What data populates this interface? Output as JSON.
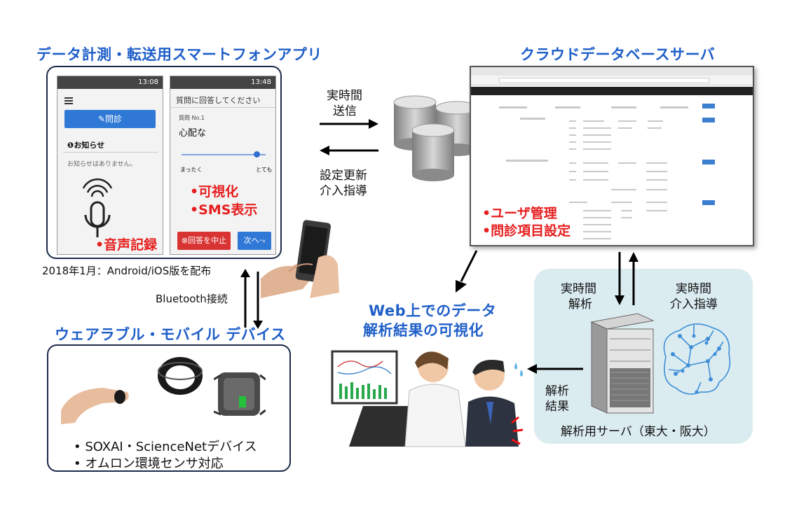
{
  "smartphone_app": {
    "title": "データ計測・転送用スマートフォンアプリ",
    "release_note": "2018年1月：Android/iOS版を配布",
    "phone1": {
      "time": "13:08",
      "button_label": "✎問診",
      "notice_heading": "❶お知らせ",
      "notice_body": "お知らせはありません。",
      "feature": "•音声記録"
    },
    "phone2": {
      "time": "13:48",
      "header": "質問に回答してください",
      "question_no": "質問 No.1",
      "question": "心配な",
      "scale_low": "まったく",
      "scale_high": "とても",
      "cancel_label": "⊗回答を中止",
      "next_label": "次へ⤳",
      "features": [
        "•可視化",
        "•SMS表示"
      ]
    }
  },
  "bluetooth_label": "Bluetooth接続",
  "wearable": {
    "title": "ウェアラブル・モバイル デバイス",
    "items": [
      "• SOXAI・ScienceNetデバイス",
      "• オムロン環境センサ対応"
    ]
  },
  "cloud": {
    "title": "クラウドデータベースサーバ",
    "send_label": [
      "実時間",
      "送信"
    ],
    "update_label": [
      "設定更新",
      "介入指導"
    ],
    "features": [
      "•ユーザ管理",
      "•問診項目設定"
    ]
  },
  "web_visual": {
    "title": [
      "Web上でのデータ",
      "解析結果の可視化"
    ]
  },
  "analysis_server": {
    "realtime_analysis": [
      "実時間",
      "解析"
    ],
    "realtime_guidance": [
      "実時間",
      "介入指導"
    ],
    "result_label": [
      "解析",
      "結果"
    ],
    "caption": "解析用サーバ（東大・阪大）"
  },
  "colors": {
    "title_blue": "#1f5fc8",
    "feature_red": "#e61e1e",
    "panel_bg": "#dbecf1",
    "button_blue": "#2f78d6",
    "button_red": "#d93434"
  }
}
